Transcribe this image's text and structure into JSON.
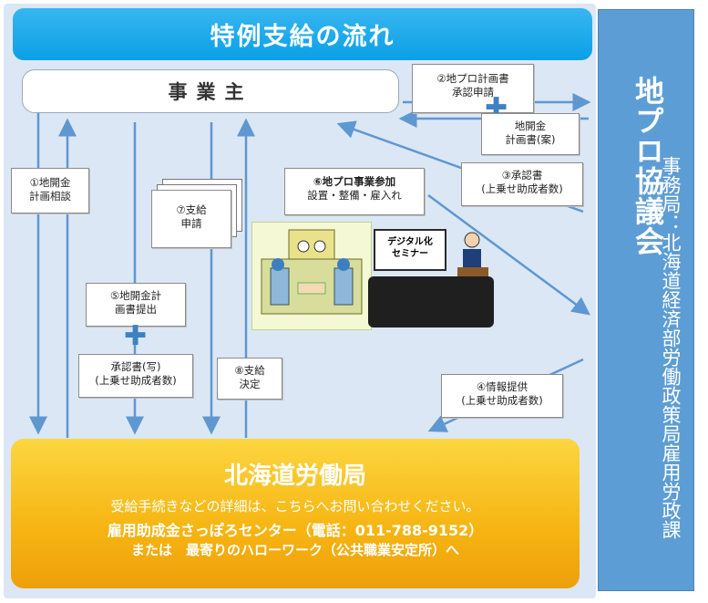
{
  "title": "特例支給の流れ",
  "employer": "事業主",
  "council": {
    "title": "地プロ協議会",
    "subtitle": "事務局：北海道経済部労働政策局雇用労政課"
  },
  "notes": {
    "n1": [
      "①地開金",
      "計画相談"
    ],
    "n2": [
      "②地プロ計画書",
      "承認申請"
    ],
    "plan": [
      "地開金",
      "計画書(案)"
    ],
    "n3": [
      "③承認書",
      "(上乗せ助成者数)"
    ],
    "n4": [
      "④情報提供",
      "(上乗せ助成者数)"
    ],
    "n5": [
      "⑤地開金計",
      "画書提出"
    ],
    "approval": [
      "承認書(写)",
      "(上乗せ助成者数)"
    ],
    "n6": [
      "⑥地プロ事業参加",
      "設置・整備・雇入れ"
    ],
    "n7": [
      "⑦支給",
      "申請"
    ],
    "n8": [
      "⑧支給",
      "決定"
    ]
  },
  "seminar_text": [
    "デジタル化",
    "セミナー"
  ],
  "labour": {
    "title": "北海道労働局",
    "line1": "受給手続きなどの詳細は、こちらへお問い合わせください。",
    "line2": "雇用助成金さっぽろセンター（電話：011-788-9152）",
    "line3": "または　最寄りのハローワーク（公共職業安定所）へ"
  },
  "plus_symbol": "✚",
  "colors": {
    "arrow": "#5f97d0",
    "banner": "#0aa0e6",
    "council": "#5d9dd5",
    "labour": "#f6b512"
  }
}
